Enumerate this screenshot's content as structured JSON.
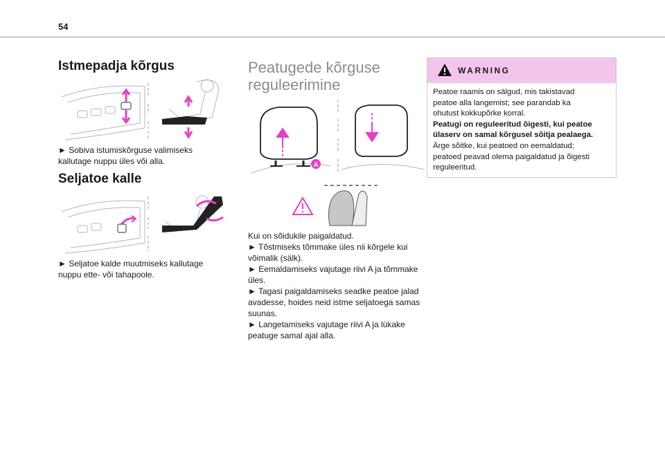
{
  "page_number": "54",
  "col1": {
    "heading1": "Istmepadja kõrgus",
    "text1": "► Sobiva istumiskõrguse valimiseks kallutage nuppu üles või alla.",
    "heading2": "Seljatoe kalle",
    "text2": "► Seljatoe kalde muutmiseks kallutage nuppu ette- või tahapoole."
  },
  "col2": {
    "heading_line1": "Peatugede kõrguse",
    "heading_line2": "reguleerimine",
    "label_a": "A",
    "lines": [
      "Kui on sõidukile paigaldatud.",
      "► Tõstmiseks tõmmake üles nii kõrgele kui",
      "võimalik (sälk).",
      "► Eemaldamiseks vajutage riivi A ja tõmmake",
      "üles.",
      "► Tagasi paigaldamiseks seadke peatoe jalad",
      "avadesse, hoides neid istme seljatoega samas",
      "suunas.",
      "► Langetamiseks vajutage riivi A ja lükake",
      "peatuge samal ajal alla."
    ]
  },
  "warning": {
    "title": "WARNING",
    "icon": "warning-triangle-icon",
    "lines": [
      "Peatoe raamis on sälgud, mis takistavad",
      "peatoe alla langemist; see parandab ka",
      "ohutust kokkupõrke korral."
    ],
    "bold_lines": [
      "Peatugi on reguleeritud õigesti, kui peatoe",
      "ülaserv on samal kõrgusel sõitja pealaega."
    ],
    "lines2": [
      "Ärge sõitke, kui peatoed on eemaldatud;",
      "peatoed peavad olema paigaldatud ja õigesti",
      "reguleeritud."
    ]
  },
  "colors": {
    "accent_pink": "#e83fc6",
    "warning_header_bg": "#f4c5ec",
    "heading_grey": "#8c8c8c"
  }
}
